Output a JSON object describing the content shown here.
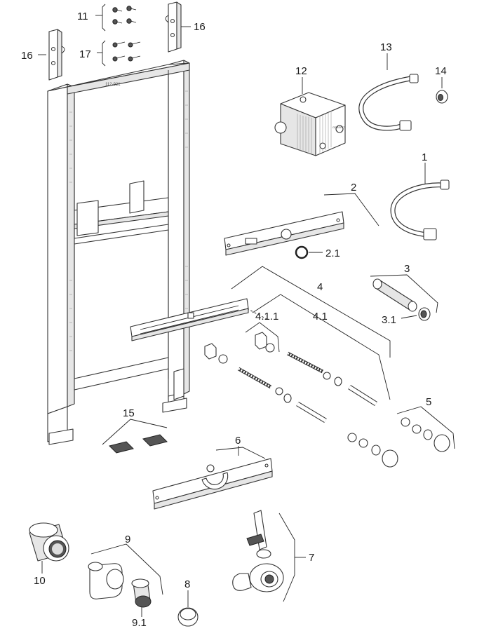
{
  "labels": {
    "l11": "11",
    "l16a": "16",
    "l16b": "16",
    "l17": "17",
    "l13": "13",
    "l12": "12",
    "l14": "14",
    "l1": "1",
    "l2": "2",
    "l2_1": "2.1",
    "l3": "3",
    "l3_1": "3.1",
    "l4": "4",
    "l4_1": "4.1",
    "l4_1_1": "4.1.1",
    "l5": "5",
    "l6": "6",
    "l7": "7",
    "l8": "8",
    "l9": "9",
    "l9_1": "9.1",
    "l10": "10",
    "l15": "15"
  },
  "frame_stamp": "112-921",
  "box_mark": "GEBERIT"
}
